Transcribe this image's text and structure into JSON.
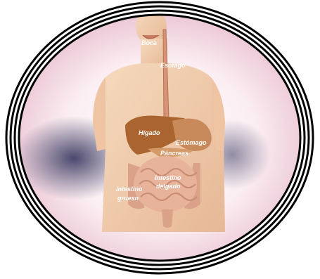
{
  "labels": {
    "boca": "Boca",
    "esofago": "Esófago",
    "higado": "Hígado",
    "estomago": "Estómago",
    "pancreas": "Páncreas",
    "intestino_delgado_1": "Intestino",
    "intestino_delgado_2": "delgado",
    "intestino_grueso_1": "intestino",
    "intestino_grueso_2": "grueso"
  },
  "colors": {
    "frame": "#000000",
    "skin": "#f0c9a8",
    "liver": "#a9642f",
    "stomach": "#c88a5a",
    "intestine": "#e3a88c",
    "label": "#ffffff",
    "background_glow": "#f6dce4",
    "shadow": "#3a3560"
  }
}
